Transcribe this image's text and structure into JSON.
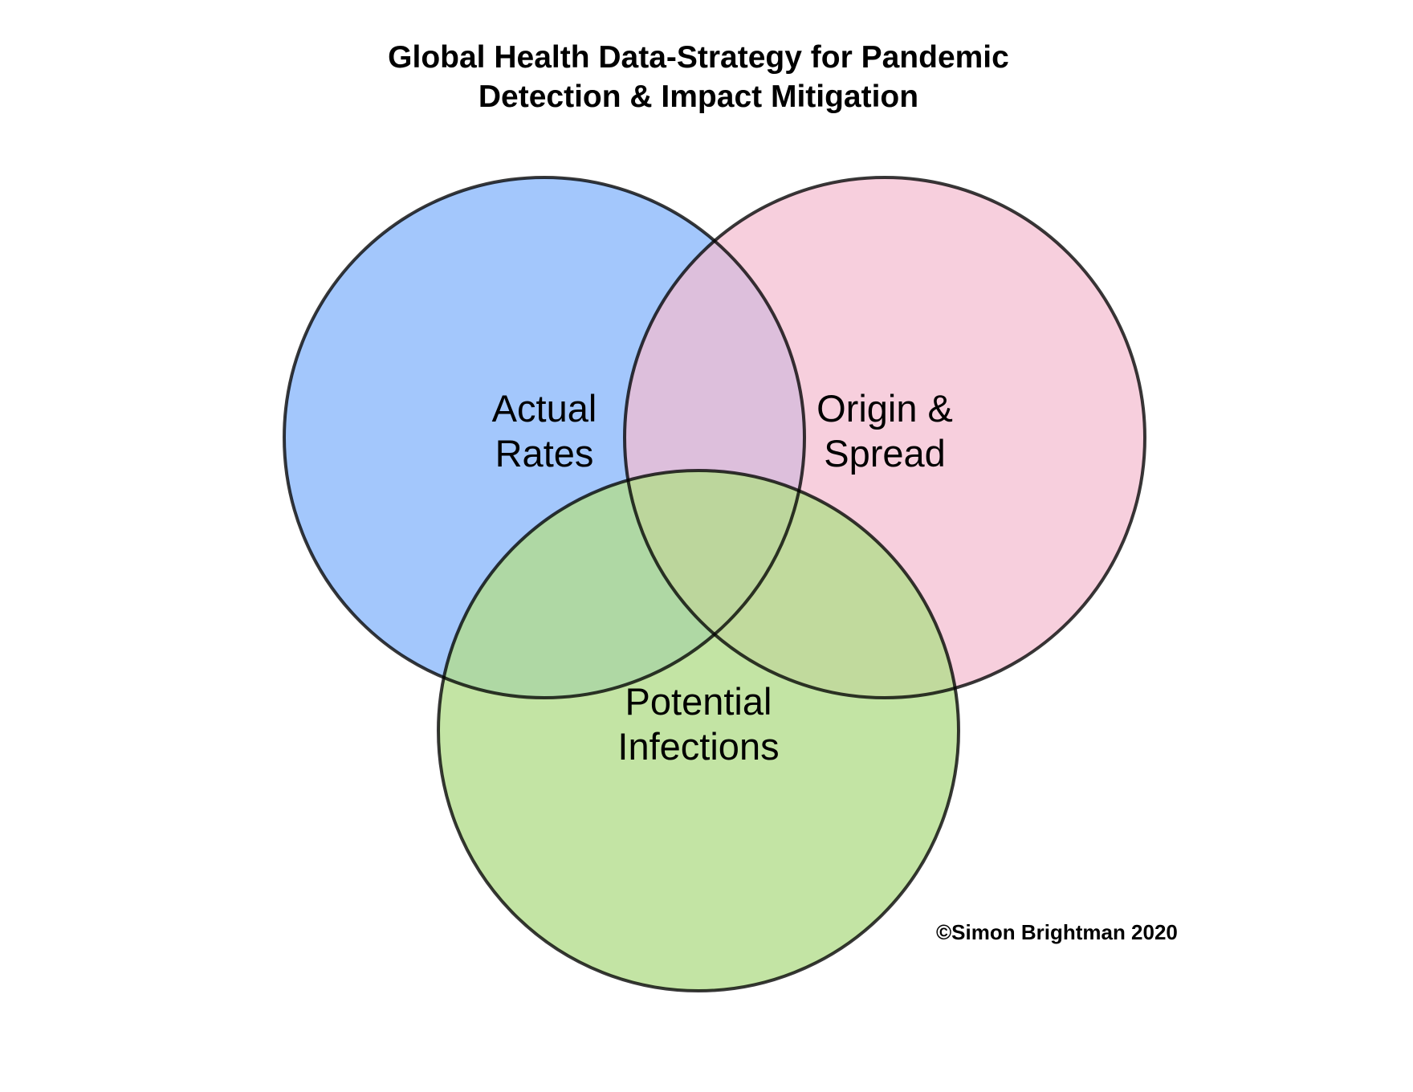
{
  "title": {
    "line1": "Global Health Data-Strategy for Pandemic",
    "line2": "Detection & Impact Mitigation"
  },
  "sets": [
    {
      "id": "actual-rates",
      "label_line1": "Actual",
      "label_line2": "Rates",
      "color": "#7fb2fb"
    },
    {
      "id": "origin-spread",
      "label_line1": "Origin &",
      "label_line2": "Spread",
      "color": "#f4bdd0"
    },
    {
      "id": "potential-infections",
      "label_line1": "Potential",
      "label_line2": "Infections",
      "color": "#b2dd8a"
    }
  ],
  "outline_color": "#000000",
  "copyright": "©Simon Brightman 2020"
}
